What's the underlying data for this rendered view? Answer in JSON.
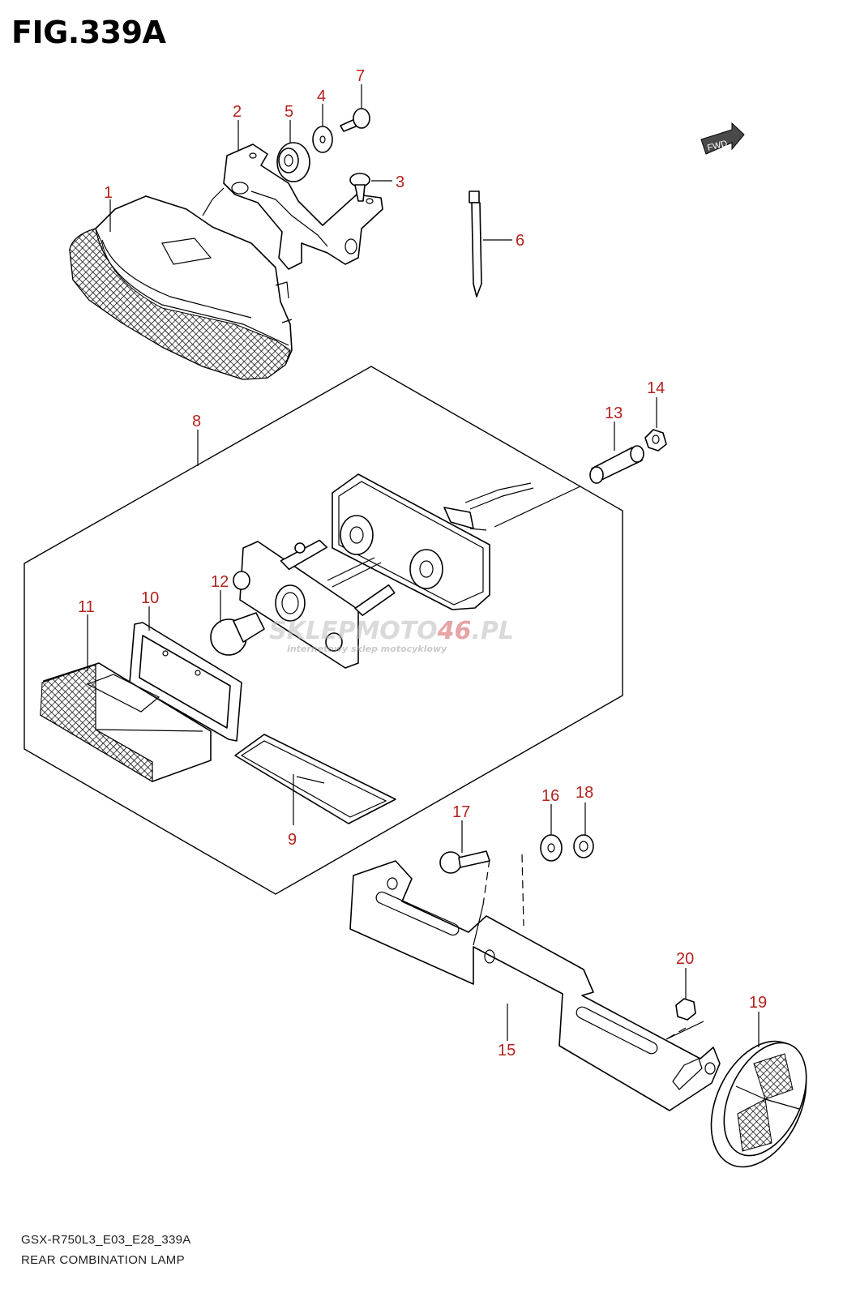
{
  "figure": {
    "title": "FIG.339A"
  },
  "direction_marker": {
    "label": "FWD"
  },
  "callouts": {
    "p1": "1",
    "p2": "2",
    "p3": "3",
    "p4": "4",
    "p5": "5",
    "p6": "6",
    "p7": "7",
    "p8": "8",
    "p9": "9",
    "p10": "10",
    "p11": "11",
    "p12": "12",
    "p13": "13",
    "p14": "14",
    "p15": "15",
    "p16": "16",
    "p17": "17",
    "p18": "18",
    "p19": "19",
    "p20": "20"
  },
  "watermark": {
    "brand_part1": "SKLEPMOTO",
    "brand_part2": "46",
    "brand_part3": ".PL",
    "tagline": "internetowy sklep motocyklowy"
  },
  "footer": {
    "model_code": "GSX-R750L3_E03_E28_339A",
    "diagram_name": "REAR COMBINATION LAMP"
  },
  "colors": {
    "callout": "#b3231e",
    "line": "#000000",
    "watermark": "#c7c7c7"
  }
}
